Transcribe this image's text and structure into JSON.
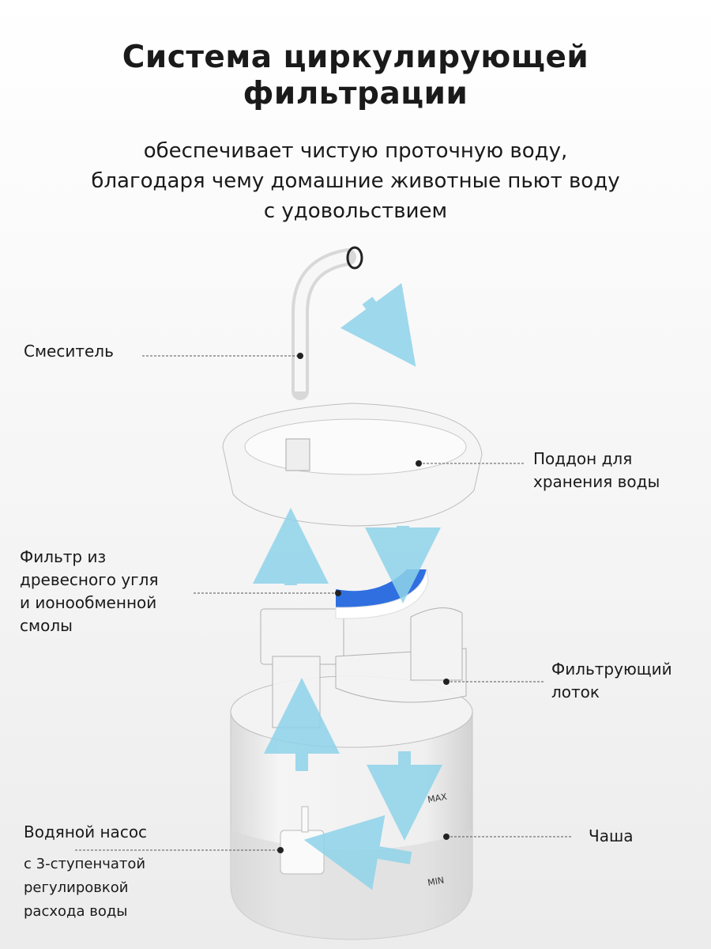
{
  "title": {
    "line1": "Система циркулирующей",
    "line2": "фильтрации"
  },
  "subtitle": {
    "line1": "обеспечивает чистую проточную воду,",
    "line2": "благодаря чему домашние животные пьют воду",
    "line3": "с удовольствием"
  },
  "labels": {
    "faucet": "Смеситель",
    "tray": [
      "Поддон для",
      "хранения воды"
    ],
    "filter": [
      "Фильтр из",
      "древесного угля",
      "и ионообменной",
      "смолы"
    ],
    "filter_tray": [
      "Фильтрующий",
      "лоток"
    ],
    "bowl": "Чаша",
    "pump": "Водяной насос",
    "pump_note": [
      "с 3-ступенчатой",
      "регулировкой",
      "расхода воды"
    ]
  },
  "markings": {
    "max": "MAX",
    "min": "MIN"
  },
  "colors": {
    "arrow": "#8fd3ea",
    "filter": "#2f6fe0",
    "text": "#1a1a1a"
  }
}
